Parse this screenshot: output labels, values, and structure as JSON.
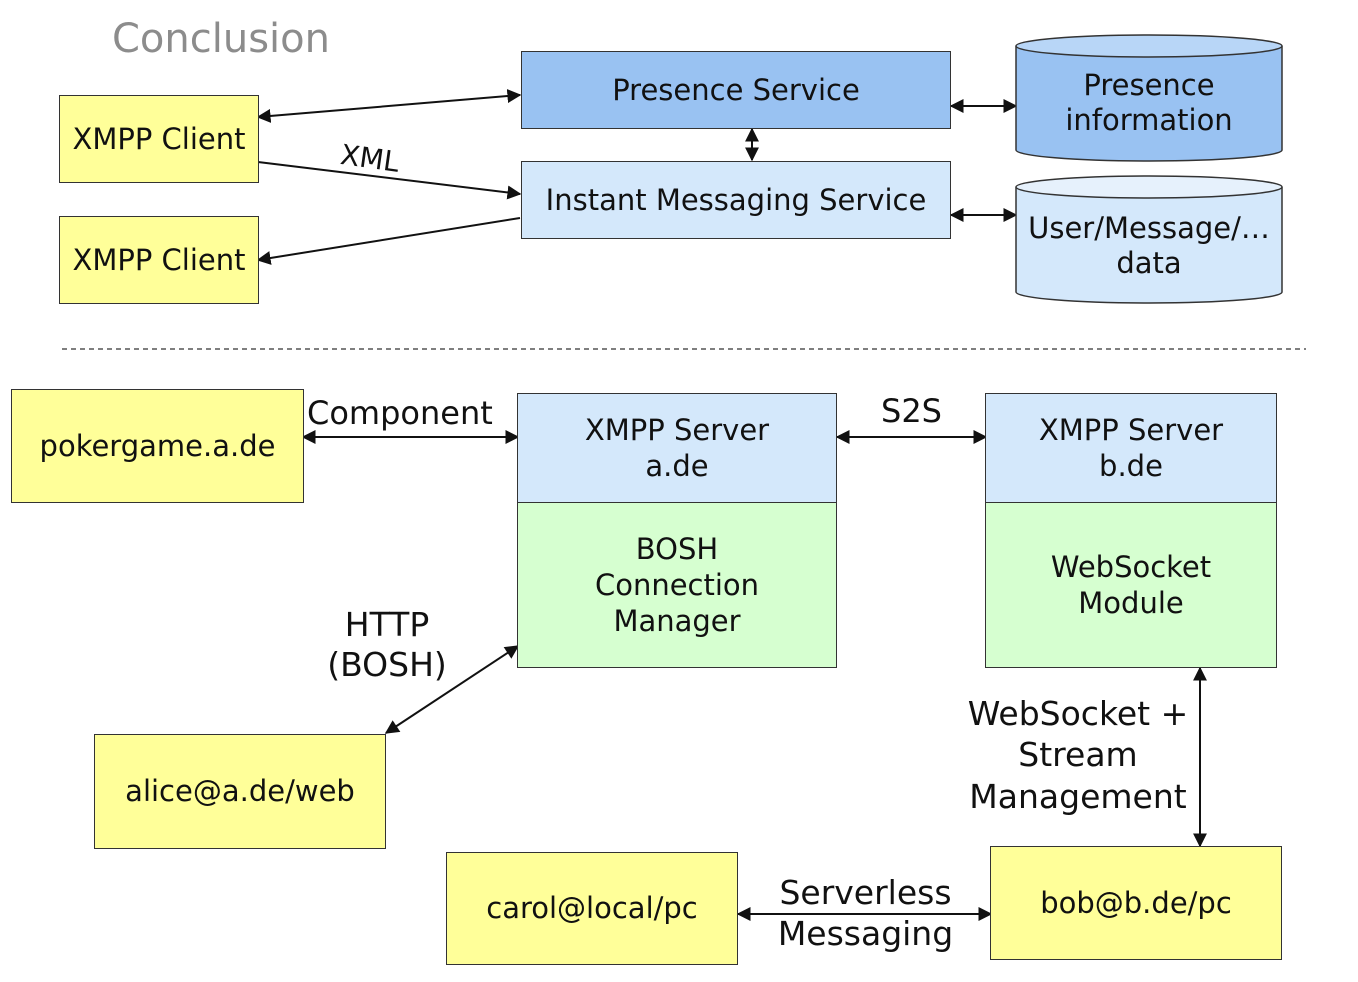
{
  "title": "Conclusion",
  "top": {
    "client1": "XMPP Client",
    "client2": "XMPP Client",
    "presence_service": "Presence Service",
    "im_service": "Instant Messaging Service",
    "presence_db": [
      "Presence",
      "information"
    ],
    "user_db": [
      "User/Message/…",
      "data"
    ],
    "xml_label": "XML"
  },
  "bottom": {
    "pokergame": "pokergame.a.de",
    "component_label": "Component",
    "server_a": [
      "XMPP Server",
      "a.de"
    ],
    "bosh_module": [
      "BOSH",
      "Connection",
      "Manager"
    ],
    "s2s_label": "S2S",
    "server_b": [
      "XMPP Server",
      "b.de"
    ],
    "websocket_module": [
      "WebSocket",
      "Module"
    ],
    "http_label": [
      "HTTP",
      "(BOSH)"
    ],
    "alice": "alice@a.de/web",
    "ws_label": [
      "WebSocket +",
      "Stream",
      "Management"
    ],
    "carol": "carol@local/pc",
    "serverless_label": [
      "Serverless",
      "Messaging"
    ],
    "bob": "bob@b.de/pc"
  },
  "colors": {
    "client": "#ffff99",
    "presence": "#99c2f2",
    "service_light": "#d4e8fb",
    "module": "#d6ffd0"
  }
}
